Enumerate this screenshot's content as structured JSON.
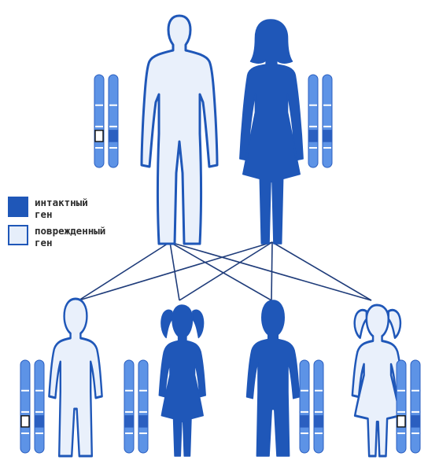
{
  "legend": [
    {
      "label": "интактный\nген",
      "color": "#1f57b8"
    },
    {
      "label": "поврежденный\nген",
      "color": "#e6eefa"
    }
  ],
  "colors": {
    "intact": "#1f57b8",
    "damaged_fill": "#e9f0fb",
    "outline": "#1f57b8",
    "chromosome": "#5d93e6",
    "chromosome_band": "#2b5fc0",
    "lines": "#1f3c7a"
  },
  "family": {
    "parents": [
      {
        "id": "father",
        "kind": "male",
        "status": "damaged",
        "chromosomes": [
          "damaged",
          "intact"
        ]
      },
      {
        "id": "mother",
        "kind": "female",
        "status": "intact",
        "chromosomes": [
          "intact",
          "intact"
        ]
      }
    ],
    "children": [
      {
        "id": "son-1",
        "kind": "boy",
        "status": "damaged",
        "chromosomes": [
          "damaged",
          "intact"
        ]
      },
      {
        "id": "daughter-1",
        "kind": "girl",
        "status": "intact",
        "chromosomes": [
          "intact",
          "intact"
        ]
      },
      {
        "id": "son-2",
        "kind": "boy",
        "status": "intact",
        "chromosomes": [
          "intact",
          "intact"
        ]
      },
      {
        "id": "daughter-2",
        "kind": "girl",
        "status": "damaged",
        "chromosomes": [
          "damaged",
          "intact"
        ]
      }
    ]
  }
}
